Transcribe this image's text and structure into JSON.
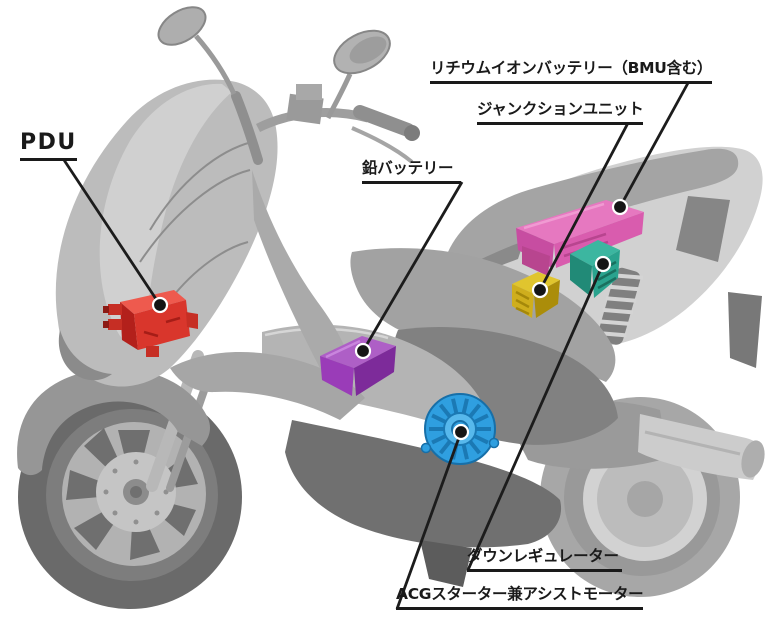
{
  "diagram": {
    "subject": "グレーのスクーター透視図（ハイブリッド電装部品の配置図）",
    "background_color": "#ffffff",
    "text_color": "#1a1a1a",
    "leader_line_color": "#1c1c1c"
  },
  "components": {
    "pdu": {
      "label": "PDU",
      "color": "#d9362c"
    },
    "lead_battery": {
      "label": "鉛バッテリー",
      "color": "#9a3cb8"
    },
    "lithium_ion_battery": {
      "label": "リチウムイオンバッテリー（BMU含む）",
      "color": "#d95cae"
    },
    "junction_unit": {
      "label": "ジャンクションユニット",
      "color": "#cfae1d"
    },
    "down_regulator": {
      "label": "ダウンレギュレーター",
      "color": "#2aa38e"
    },
    "acg_starter_assist_motor": {
      "label": "ACGスターター兼アシストモーター",
      "color": "#2f9fe0"
    }
  }
}
